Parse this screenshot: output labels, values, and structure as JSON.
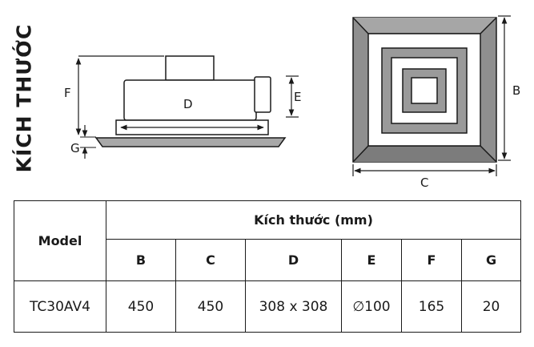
{
  "title": "KÍCH THƯỚC",
  "drawing": {
    "side_view_labels": {
      "d": "D",
      "e": "E",
      "f": "F",
      "g": "G"
    },
    "top_view_labels": {
      "b": "B",
      "c": "C"
    }
  },
  "table": {
    "model_header": "Model",
    "group_header": "Kích thước (mm)",
    "columns": [
      "B",
      "C",
      "D",
      "E",
      "F",
      "G"
    ],
    "rows": [
      {
        "model": "TC30AV4",
        "values": [
          "450",
          "450",
          "308 x 308",
          "∅100",
          "165",
          "20"
        ]
      }
    ]
  }
}
